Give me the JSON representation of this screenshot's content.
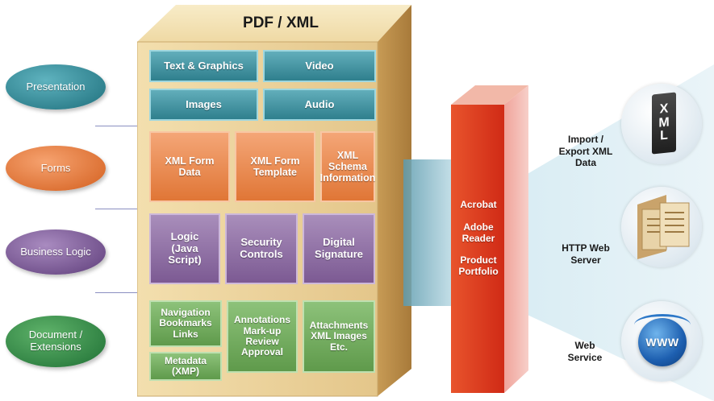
{
  "title": "PDF / XML",
  "layers": [
    {
      "label": "Presentation",
      "color": "#2f8a97"
    },
    {
      "label": "Forms",
      "color": "#e07636"
    },
    {
      "label": "Business Logic",
      "color": "#7c5a93"
    },
    {
      "label": "Document / Extensions",
      "color": "#2f8a44"
    }
  ],
  "presentation": [
    "Text & Graphics",
    "Video",
    "Images",
    "Audio"
  ],
  "forms": [
    "XML Form Data",
    "XML Form Template",
    "XML Schema Information"
  ],
  "logic": [
    "Logic (Java Script)",
    "Security Controls",
    "Digital Signature"
  ],
  "document": [
    "Navigation Bookmarks Links",
    "Annotations Mark-up Review Approval",
    "Attachments XML Images Etc.",
    "Metadata (XMP)"
  ],
  "product": [
    "Acrobat",
    "Adobe Reader",
    "Product Portfolio"
  ],
  "services": [
    {
      "label": "Import / Export XML Data",
      "icon": "xml-document-icon"
    },
    {
      "label": "HTTP Web Server",
      "icon": "server-documents-icon"
    },
    {
      "label": "Web Service",
      "icon": "www-globe-icon"
    }
  ],
  "xml_icon_letters": [
    "X",
    "M",
    "L"
  ],
  "globe_text": "WWW"
}
